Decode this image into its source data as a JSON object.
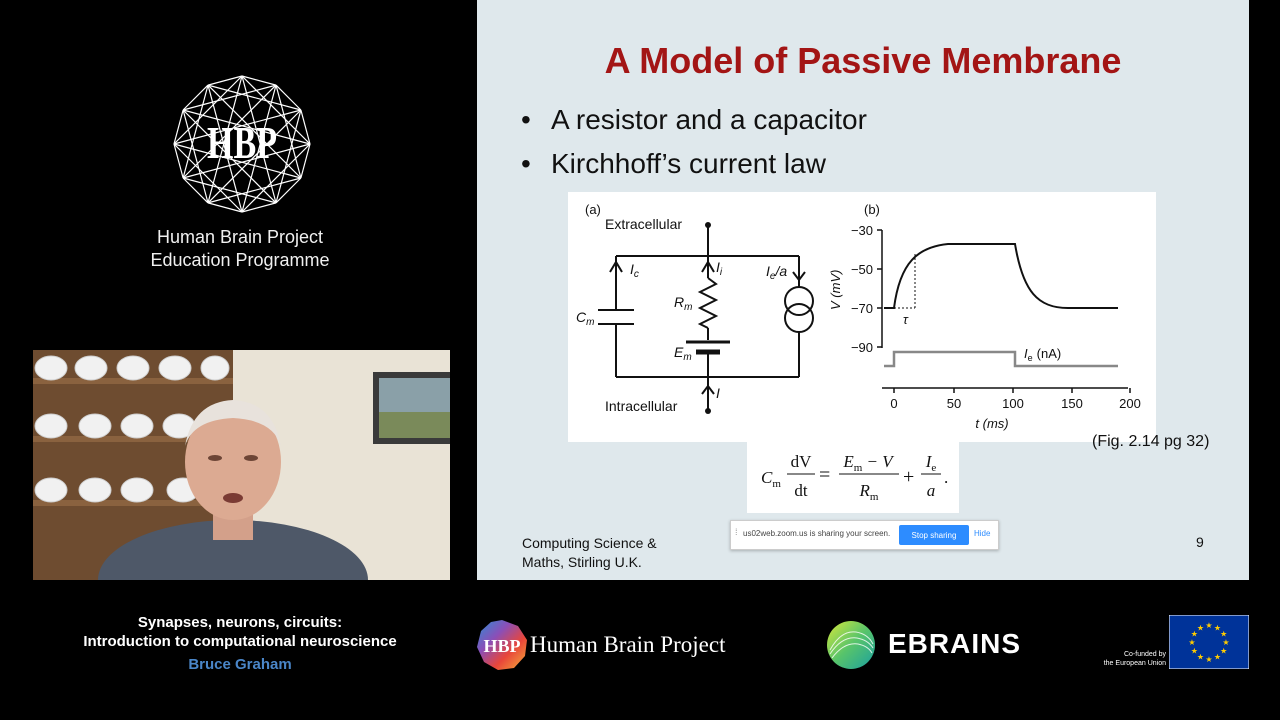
{
  "branding": {
    "hbp_name_line1": "Human Brain Project",
    "hbp_name_line2": "Education Programme",
    "hbp_monogram": "HBP"
  },
  "slide": {
    "title": "A Model of Passive Membrane",
    "bullets": [
      "A resistor and a capacitor",
      "Kirchhoff’s current law"
    ],
    "figure": {
      "panel_a_label": "(a)",
      "panel_b_label": "(b)",
      "extracellular": "Extracellular",
      "intracellular": "Intracellular",
      "cm": "C",
      "cm_sub": "m",
      "ic": "I",
      "ic_sub": "c",
      "ii": "I",
      "ii_sub": "i",
      "ie": "I",
      "ie_sub": "e",
      "ie_over": "/a",
      "rm": "R",
      "rm_sub": "m",
      "em": "E",
      "em_sub": "m",
      "i_bottom": "I",
      "y_axis_label": "V (mV)",
      "y_ticks": [
        "−30",
        "−50",
        "−70",
        "−90"
      ],
      "x_ticks": [
        "0",
        "50",
        "100",
        "150",
        "200"
      ],
      "x_axis_label": "t (ms)",
      "tau": "τ",
      "current_label": "I",
      "current_label_sub": "e",
      "current_unit": "(nA)"
    },
    "equation": {
      "cm": "C",
      "cm_sub": "m",
      "dv": "dV",
      "dt": "dt",
      "equals": "=",
      "num": "E",
      "num_sub": "m",
      "num_rest": " − V",
      "den": "R",
      "den_sub": "m",
      "plus": "+",
      "ie": "I",
      "ie_sub": "e",
      "a": "a",
      "period": "."
    },
    "fig_ref": "(Fig. 2.14 pg 32)",
    "footer_line1": "Computing Science &",
    "footer_line2": "Maths, Stirling U.K.",
    "page_number": "9"
  },
  "zoom_bar": {
    "sharing_text": "us02web.zoom.us is sharing your screen.",
    "stop_label": "Stop sharing",
    "hide_label": "Hide"
  },
  "bottom": {
    "course_title_line1": "Synapses, neurons, circuits:",
    "course_title_line2": "Introduction to computational neuroscience",
    "lecturer": "Bruce Graham",
    "hbp_wordmark": "Human Brain Project",
    "ebrains_wordmark": "EBRAINS",
    "eu_line1": "Co-funded by",
    "eu_line2": "the European Union"
  },
  "colors": {
    "title_red": "#a31515",
    "slide_bg": "#dfe8ec",
    "lecturer_blue": "#4a86c8",
    "zoom_blue": "#2d8cff",
    "eu_blue": "#003399",
    "eu_gold": "#ffcc00"
  }
}
